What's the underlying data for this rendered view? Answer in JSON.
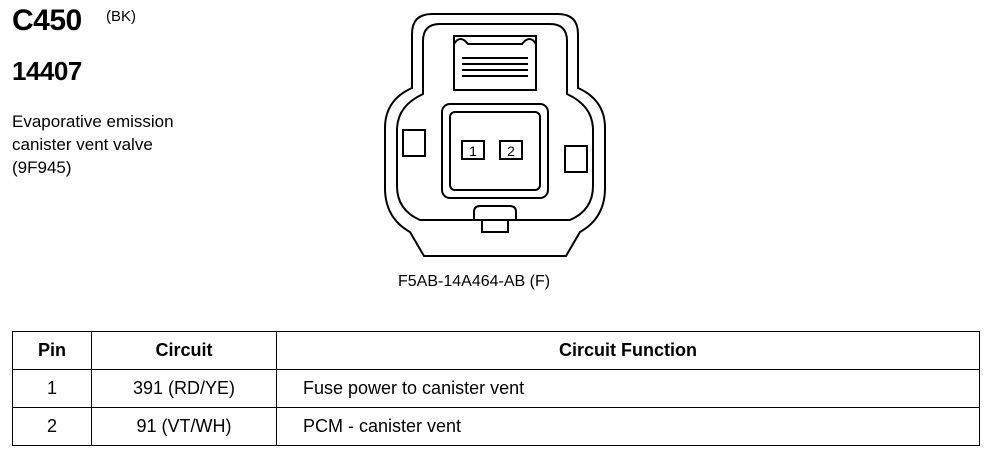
{
  "connector": {
    "id": "C450",
    "color": "(BK)",
    "part_number": "14407",
    "description": [
      "Evaporative emission",
      "canister vent valve",
      "(9F945)"
    ],
    "housing_part": "F5AB-14A464-AB (F)",
    "cavity_labels": [
      "1",
      "2"
    ]
  },
  "pin_table": {
    "headers": [
      "Pin",
      "Circuit",
      "Circuit Function"
    ],
    "rows": [
      {
        "pin": "1",
        "circuit": "391 (RD/YE)",
        "function": "Fuse power to canister vent"
      },
      {
        "pin": "2",
        "circuit": "91 (VT/WH)",
        "function": "PCM - canister vent"
      }
    ]
  }
}
